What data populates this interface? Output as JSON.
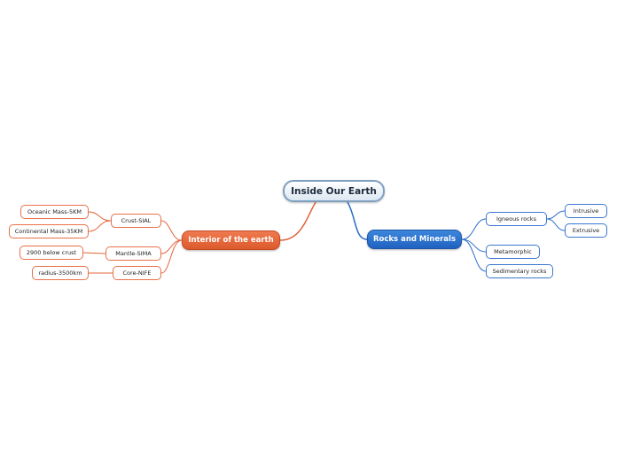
{
  "central": {
    "label": "Inside Our Earth"
  },
  "left_branch": {
    "label": "Interior of the earth",
    "color": "#e0643a",
    "children": [
      {
        "label": "Crust-SIAL",
        "children": [
          "Oceanic Mass-5KM",
          "Continental Mass-35KM"
        ]
      },
      {
        "label": "Mantle-SIMA",
        "children": [
          "2900 below crust"
        ]
      },
      {
        "label": "Core-NIFE",
        "children": [
          "radius-3500km"
        ]
      }
    ]
  },
  "right_branch": {
    "label": "Rocks and Minerals",
    "color": "#2a6cc8",
    "children": [
      {
        "label": "Igneous rocks",
        "children": [
          "Intrusive",
          "Extrusive"
        ]
      },
      {
        "label": "Metamorphic",
        "children": []
      },
      {
        "label": "Sedimentary rocks",
        "children": []
      }
    ]
  }
}
